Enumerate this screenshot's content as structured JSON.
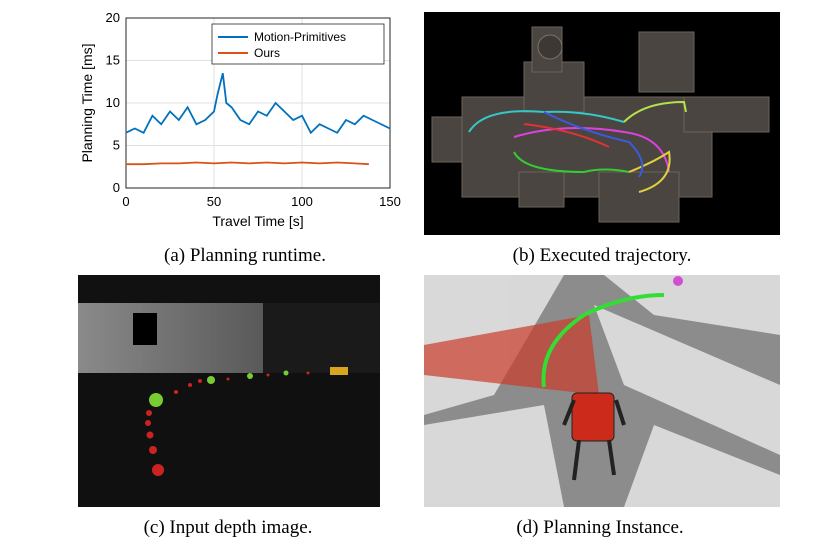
{
  "figure": {
    "captions": {
      "a": "(a) Planning runtime.",
      "b": "(b) Executed trajectory.",
      "c": "(c) Input depth image.",
      "d": "(d) Planning Instance."
    },
    "images": {
      "b": "top-down reconstructed map with colored executed trajectories on black background",
      "c": "grayscale depth image with red and green dotted planned path and yellow goal marker",
      "d": "3D point cloud visualization with quadruped robot, red planning fan and green trajectory"
    },
    "colors": {
      "motion_primitives": "#0072BD",
      "ours": "#D95319",
      "depth_path_red": "#cc2222",
      "depth_path_green": "#77cc33",
      "trajectory_green": "#33dd33"
    }
  },
  "chart_data": {
    "type": "line",
    "xlabel": "Travel Time [s]",
    "ylabel": "Planning Time [ms]",
    "xlim": [
      0,
      150
    ],
    "ylim": [
      0,
      20
    ],
    "xticks": [
      "0",
      "50",
      "100",
      "150"
    ],
    "yticks": [
      "0",
      "5",
      "10",
      "15",
      "20"
    ],
    "grid": true,
    "legend": "top-right",
    "series": [
      {
        "name": "Motion-Primitives",
        "color": "#0072BD",
        "x": [
          0,
          5,
          10,
          15,
          20,
          25,
          30,
          35,
          40,
          45,
          50,
          52,
          55,
          57,
          60,
          65,
          70,
          75,
          80,
          85,
          90,
          95,
          100,
          105,
          110,
          115,
          120,
          125,
          130,
          135,
          140,
          145,
          150
        ],
        "y": [
          6.5,
          7.0,
          6.5,
          8.5,
          7.5,
          9.0,
          8.0,
          9.5,
          7.5,
          8.0,
          9.0,
          11.0,
          13.5,
          10.0,
          9.5,
          8.0,
          7.5,
          9.0,
          8.5,
          10.0,
          9.0,
          8.0,
          8.5,
          6.5,
          7.5,
          7.0,
          6.5,
          8.0,
          7.5,
          8.5,
          8.0,
          7.5,
          7.0
        ]
      },
      {
        "name": "Ours",
        "color": "#D95319",
        "x": [
          0,
          10,
          20,
          30,
          40,
          50,
          60,
          70,
          80,
          90,
          100,
          110,
          120,
          130,
          138
        ],
        "y": [
          2.8,
          2.8,
          2.9,
          2.9,
          3.0,
          2.9,
          3.0,
          2.9,
          3.0,
          2.9,
          3.0,
          2.9,
          3.0,
          2.9,
          2.8
        ]
      }
    ]
  }
}
